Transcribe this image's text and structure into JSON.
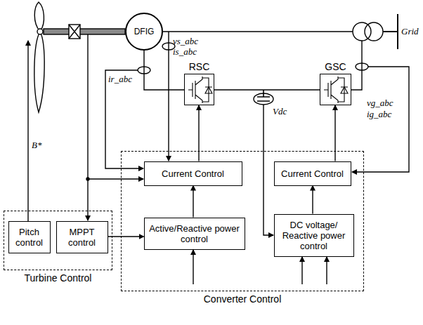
{
  "diagram": {
    "nodes": [
      {
        "text": [
          "DFIG"
        ]
      },
      {
        "text": [
          "RSC"
        ]
      },
      {
        "text": [
          "GSC"
        ]
      },
      {
        "text": [
          "Turbine Control"
        ]
      },
      {
        "text": [
          "Pitch control"
        ],
        "in": 3
      },
      {
        "text": [
          "MPPT control"
        ],
        "in": 3
      },
      {
        "text": [
          "Converter Control"
        ]
      },
      {
        "text": [
          "Current Control"
        ],
        "in": 6
      },
      {
        "text": [
          "Active/Reactive power control"
        ],
        "in": 6
      },
      {
        "text": [
          "Current Control"
        ],
        "in": 6
      },
      {
        "text": [
          "DC voltage/ Reactive power control"
        ],
        "in": 6
      }
    ],
    "edges": [
      {
        "from": 5,
        "to": 8,
        "arrow": "to"
      },
      {
        "from": 8,
        "to": 7,
        "arrow": "to"
      },
      {
        "from": 7,
        "to": 1,
        "arrow": "to"
      },
      {
        "from": 10,
        "to": 9,
        "arrow": "to"
      },
      {
        "from": 9,
        "to": 2,
        "arrow": "to"
      },
      {
        "from": 0,
        "to": 1,
        "arrow": "none"
      },
      {
        "from": 1,
        "to": 2,
        "arrow": "none"
      }
    ],
    "labels": [
      "vs_abc",
      "is_abc",
      "ir_abc",
      "Vdc",
      "vg_abc",
      "ig_abc",
      "B*",
      "Grid"
    ]
  }
}
